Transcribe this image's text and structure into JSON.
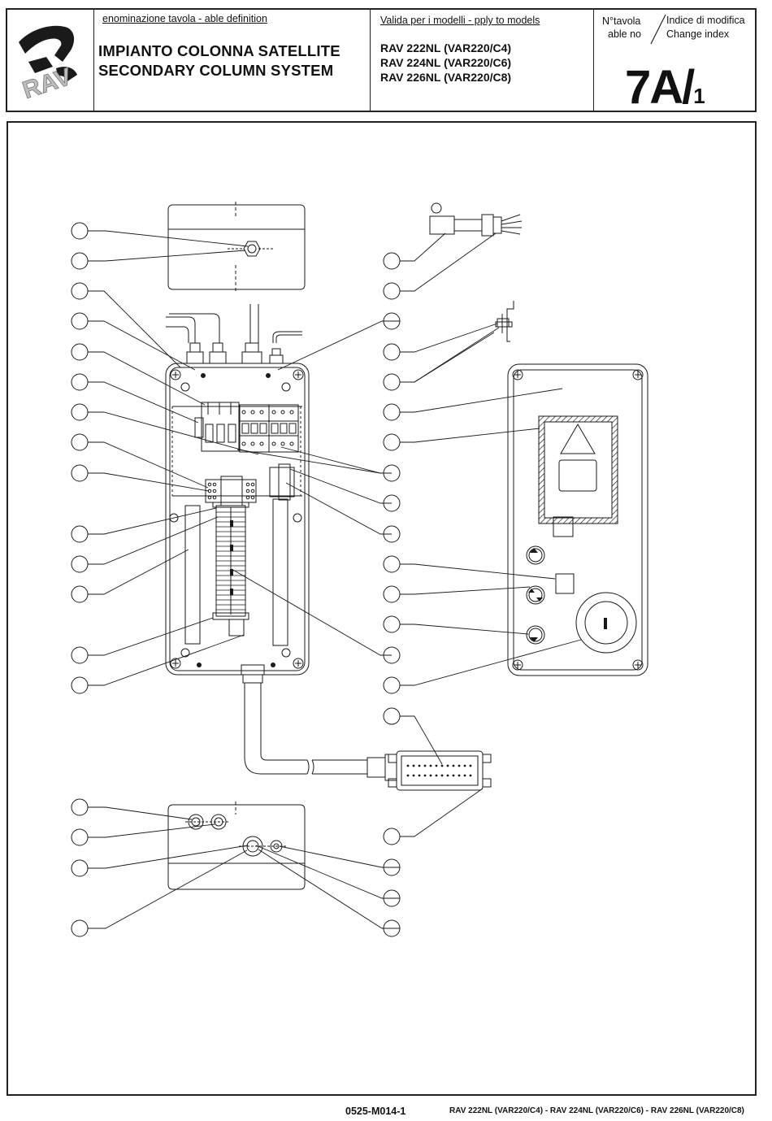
{
  "header": {
    "logo_text": "RAV",
    "definition_label": "  enominazione tavola -   able definition",
    "title_it": "IMPIANTO COLONNA SATELLITE",
    "title_en": "SECONDARY COLUMN SYSTEM",
    "models_label": "Valida per i modelli -   pply to models",
    "models": [
      "RAV 222NL (VAR220/C4)",
      "RAV 224NL (VAR220/C6)",
      "RAV 226NL (VAR220/C8)"
    ],
    "table_no_label_1": "N°tavola",
    "table_no_label_2": "able no",
    "change_index_label_1": "Indice di modifica",
    "change_index_label_2": "Change index",
    "table_number": "7A/",
    "change_index": "1"
  },
  "footer": {
    "code": "0525-M014-1",
    "models": "RAV 222NL (VAR220/C4)  - RAV 224NL (VAR220/C6)  - RAV 226NL (VAR220/C8)"
  }
}
